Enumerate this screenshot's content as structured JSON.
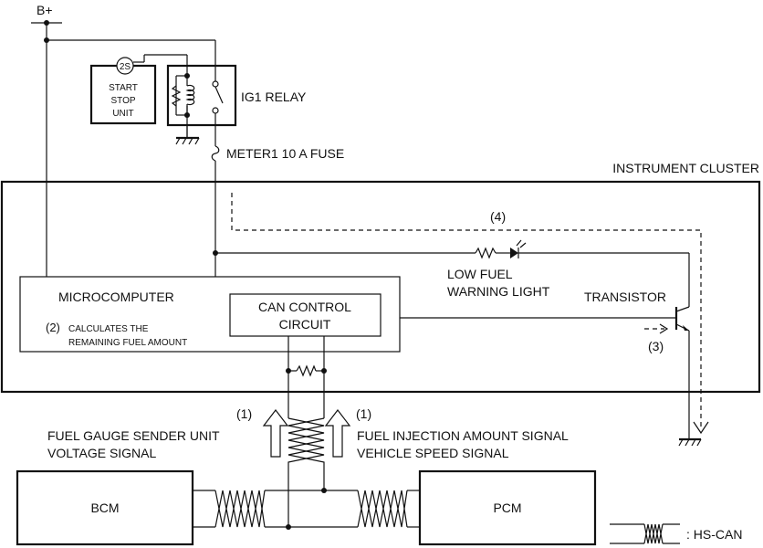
{
  "supply": {
    "label": "B+"
  },
  "start_stop_unit": {
    "connector": "2S",
    "lines": [
      "START",
      "STOP",
      "UNIT"
    ]
  },
  "relay": {
    "label": "IG1 RELAY"
  },
  "fuse": {
    "label": "METER1 10 A FUSE"
  },
  "cluster": {
    "title": "INSTRUMENT CLUSTER"
  },
  "microcomputer": {
    "title": "MICROCOMPUTER",
    "step": "(2)",
    "note_lines": [
      "CALCULATES THE",
      "REMAINING FUEL AMOUNT"
    ]
  },
  "can_control": {
    "lines": [
      "CAN CONTROL",
      "CIRCUIT"
    ]
  },
  "warning_light": {
    "step": "(4)",
    "lines": [
      "LOW FUEL",
      "WARNING LIGHT"
    ]
  },
  "transistor": {
    "label": "TRANSISTOR",
    "step": "(3)"
  },
  "signals": {
    "left_step": "(1)",
    "left_lines": [
      "FUEL GAUGE SENDER UNIT",
      "VOLTAGE SIGNAL"
    ],
    "right_step": "(1)",
    "right_lines": [
      "FUEL INJECTION AMOUNT SIGNAL",
      "VEHICLE SPEED SIGNAL"
    ]
  },
  "modules": {
    "left": "BCM",
    "right": "PCM"
  },
  "legend": {
    "label": ": HS-CAN"
  }
}
